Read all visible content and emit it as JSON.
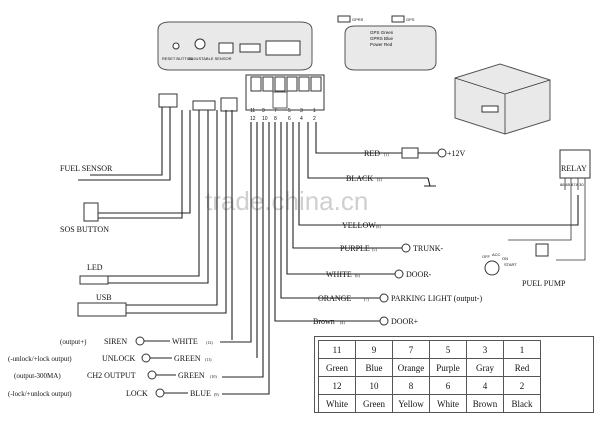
{
  "device": {
    "reset_button": "RESET BUTTON",
    "adjust_sensor": "ADJUSTABLE SENSOR"
  },
  "gps": {
    "gps_label_1": "GPRS",
    "gps_label_2": "GPS",
    "antenna_1": "GPS Green",
    "antenna_2": "GPRS Blue",
    "antenna_3": "Power Red"
  },
  "harness": {
    "pin_numbers_top": [
      "11",
      "9",
      "7",
      "5",
      "3",
      "1"
    ],
    "pin_numbers_bottom": [
      "12",
      "10",
      "8",
      "6",
      "4",
      "2"
    ]
  },
  "left": {
    "fuel_sensor": "FUEL SENSOR",
    "sos_button": "SOS BUTTON",
    "led": "LED",
    "usb": "USB"
  },
  "connections": {
    "red": "RED",
    "red_pin": "(1)",
    "red_target": "+12V",
    "black": "BLACK",
    "black_pin": "(2)",
    "yellow": "YELLOW",
    "yellow_pin": "(8)",
    "purple": "PURPLE",
    "purple_pin": "(5)",
    "purple_target": "TRUNK-",
    "white": "WHITE",
    "white_pin": "(6)",
    "white_target": "DOOR-",
    "orange": "ORANGE",
    "orange_pin": "(7)",
    "orange_target": "PARKING LIGHT (output-)",
    "brown": "Brown",
    "brown_pin": "(4)",
    "brown_target": "DOOR+"
  },
  "outputs": [
    {
      "note": "(output+)",
      "name": "SIREN",
      "wire": "WHITE",
      "pin": "(12)"
    },
    {
      "note": "(-unlock/+lock output)",
      "name": "UNLOCK",
      "wire": "GREEN",
      "pin": "(11)"
    },
    {
      "note": "(output-300MA)",
      "name": "CH2 OUTPUT",
      "wire": "GREEN",
      "pin": "(10)"
    },
    {
      "note": "(-lock/+unlock output)",
      "name": "LOCK",
      "wire": "BLUE",
      "pin": "(9)"
    }
  ],
  "relay": {
    "title": "RELAY",
    "pins": "86 85 87A 30",
    "ignition": [
      "OFF",
      "ACC",
      "ON",
      "START"
    ],
    "fuel_pump": "PUEL PUMP"
  },
  "watermark": "trade.china.cn",
  "pin_table": {
    "rows": [
      [
        "11",
        "9",
        "7",
        "5",
        "3",
        "1"
      ],
      [
        "Green",
        "Blue",
        "Orange",
        "Purple",
        "Gray",
        "Red"
      ],
      [
        "12",
        "10",
        "8",
        "6",
        "4",
        "2"
      ],
      [
        "White",
        "Green",
        "Yellow",
        "White",
        "Brown",
        "Black"
      ]
    ]
  }
}
